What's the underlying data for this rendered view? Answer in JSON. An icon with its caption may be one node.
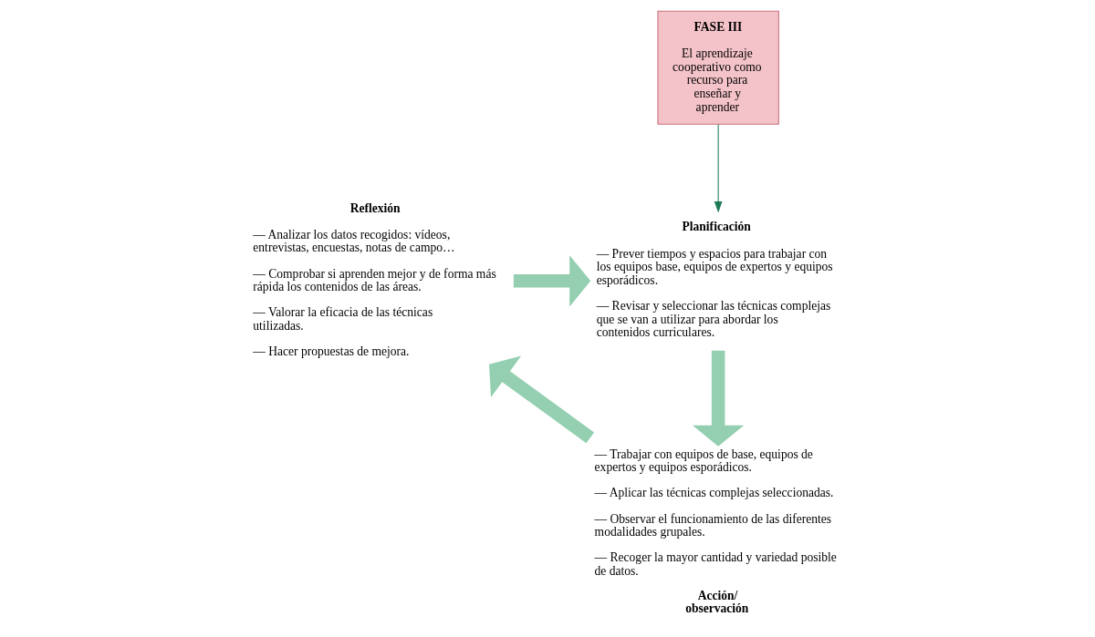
{
  "diagram": {
    "nodes": [
      {
        "text": [
          "FASE III",
          "El aprendizaje cooperativo como recurso para enseñar y aprender"
        ]
      },
      {
        "text": [
          "Planificación",
          "— Prever tiempos y espacios para trabajar con los equipos base, equipos de expertos y equipos esporádicos.",
          "— Revisar y seleccionar las técnicas complejas que se van a utilizar para abordar los contenidos curriculares."
        ]
      },
      {
        "text": [
          "— Trabajar con equipos de base, equipos de expertos y equipos esporádicos.",
          "— Aplicar las técnicas complejas seleccionadas.",
          "— Observar el funcionamiento de las diferentes modalidades grupales.",
          "— Recoger la mayor cantidad y variedad posible de datos.",
          "Acción/ observación"
        ]
      },
      {
        "text": [
          "Reflexión",
          "— Analizar los datos recogidos: vídeos, entrevistas, encuestas, notas de campo…",
          "— Comprobar si aprenden mejor y de forma más rápida los contenidos de las áreas.",
          "— Valorar la eficacia de las técnicas utilizadas.",
          "— Hacer propuestas de mejora."
        ]
      }
    ],
    "edges": [
      {
        "from": 0,
        "to": 1,
        "arrow": "to",
        "color": "#1f7a57"
      },
      {
        "from": 3,
        "to": 1,
        "arrow": "to"
      },
      {
        "from": 1,
        "to": 2,
        "arrow": "to"
      },
      {
        "from": 2,
        "to": 3,
        "arrow": "to"
      }
    ]
  }
}
